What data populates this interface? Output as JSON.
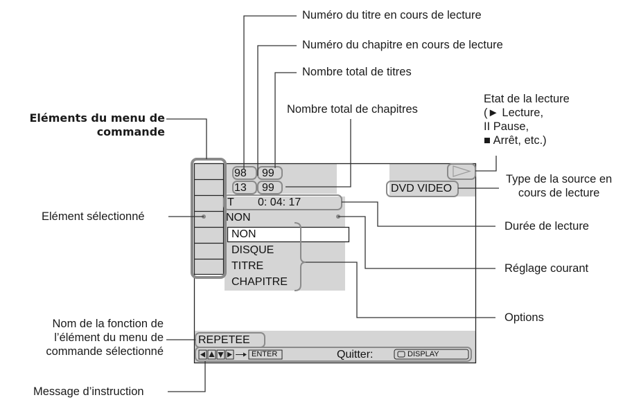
{
  "labels": {
    "title_number": "Numéro du titre en cours de lecture",
    "chapter_number": "Numéro du chapitre en cours de lecture",
    "total_titles": "Nombre total de titres",
    "total_chapters": "Nombre total de chapitres",
    "menu_items_line1": "Eléments du menu de",
    "menu_items_line2": "commande",
    "selected_item": "Elément sélectionné",
    "playback_status_line1": "Etat de la lecture",
    "playback_status_line2": "(► Lecture,",
    "playback_status_line3": "II Pause,",
    "playback_status_line4": "■ Arrêt, etc.)",
    "source_type_line1": "Type de la source en",
    "source_type_line2": "cours de lecture",
    "playing_time": "Durée de lecture",
    "current_setting": "Réglage courant",
    "options": "Options",
    "function_name_line1": "Nom de la fonction de",
    "function_name_line2": "l’élément du menu de",
    "function_name_line3": "commande sélectionné",
    "instruction_message": "Message d’instruction"
  },
  "screen": {
    "title_current": "98",
    "title_total": "99",
    "chapter_current": "13",
    "chapter_total": "99",
    "time_prefix": "T",
    "time_value": "0: 04: 17",
    "current_setting": "NON",
    "options": [
      "NON",
      "DISQUE",
      "TITRE",
      "CHAPITRE"
    ],
    "source_type": "DVD VIDEO",
    "function_name": "REPETEE",
    "enter_key": "ENTER",
    "quit_label": "Quitter:",
    "display_key": "DISPLAY"
  },
  "colors": {
    "screen_gray": "#d5d5d5",
    "frame_gray": "#8a8a8a",
    "line": "#222222"
  }
}
